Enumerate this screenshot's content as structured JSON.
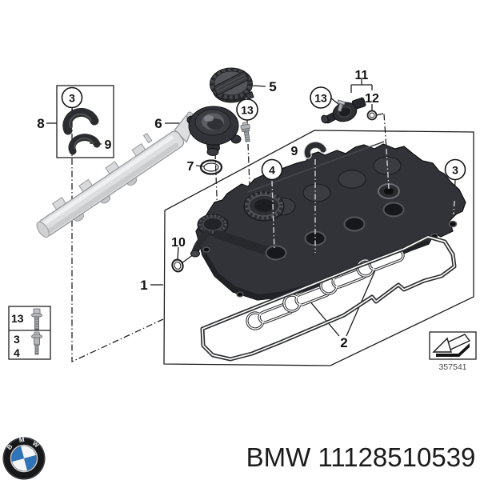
{
  "callouts": {
    "p1": "1",
    "p2": "2",
    "p3": "3",
    "p4": "4",
    "p5": "5",
    "p6": "6",
    "p7": "7",
    "p8": "8",
    "p9": "9",
    "p10": "10",
    "p11": "11",
    "p12": "12",
    "p13": "13"
  },
  "legend": {
    "rows": [
      {
        "label": "13"
      },
      {
        "label": "3"
      },
      {
        "label": "4"
      }
    ]
  },
  "footer": {
    "diagram_code": "357541",
    "caption": "BMW 11128510539"
  },
  "logo": {
    "letters": [
      "B",
      "M",
      "W"
    ]
  },
  "colors": {
    "logo_blue": "#2f74b8",
    "cover_gray": "#323338",
    "rail_gray": "#dcdee0",
    "line": "#1c1c1c"
  }
}
